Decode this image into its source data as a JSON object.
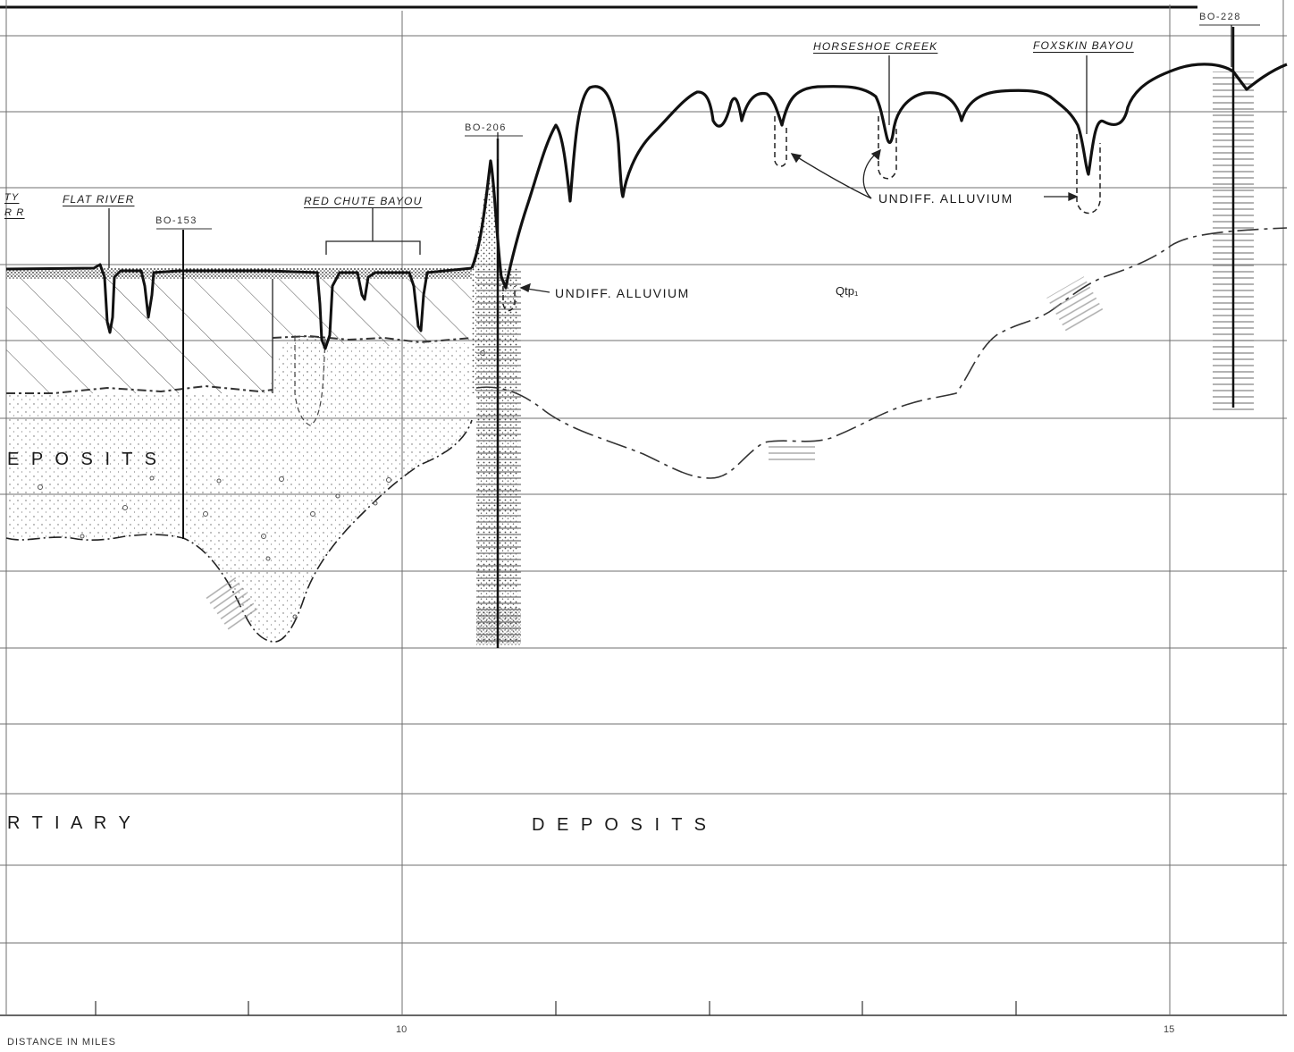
{
  "labels": {
    "cut_off_top": "TY",
    "cut_off_bottom": "R R",
    "flat_river": "FLAT RIVER",
    "red_chute_bayou": "RED CHUTE BAYOU",
    "horseshoe_creek": "HORSESHOE CREEK",
    "foxskin_bayou": "FOXSKIN BAYOU"
  },
  "borings": {
    "bo153": "BO-153",
    "bo206": "BO-206",
    "bo228": "BO-228"
  },
  "annotations": {
    "undiff_alluvium_left": "UNDIFF. ALLUVIUM",
    "undiff_alluvium_right": "UNDIFF. ALLUVIUM",
    "unit_qtp": "Qtp₁",
    "deposits_upper": "E P O S I T S",
    "tertiary_partial": "R    T    I    A    R    Y",
    "deposits_lower": "D    E    P    O    S    I    T    S"
  },
  "axis": {
    "tick_10": "10",
    "tick_15": "15",
    "title": "DISTANCE IN MILES"
  }
}
